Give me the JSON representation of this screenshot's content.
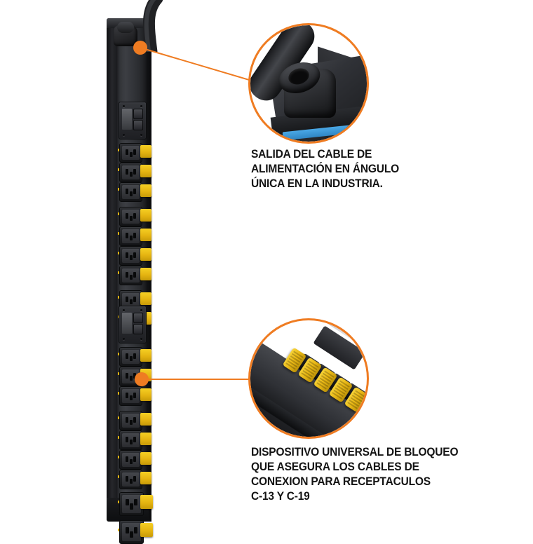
{
  "page": {
    "background": "#ffffff",
    "accent_orange": "#ef7c22",
    "clip_yellow": "#e8b715",
    "text_color": "#141414"
  },
  "product": {
    "name": "rack-pdu-vertical",
    "cord_label": "power-cord",
    "receptacle_groups": [
      {
        "type": "C13",
        "count": 3
      },
      {
        "type": "C13",
        "count": 4
      },
      {
        "type": "C13",
        "count": 2
      },
      {
        "type": "C19",
        "count": 2
      }
    ]
  },
  "callouts": [
    {
      "id": "power-cord-exit",
      "caption": "SALIDA DEL CABLE DE\nALIMENTACIÓN EN ÁNGULO\nÚNICA EN LA INDUSTRIA.",
      "zoom_subject": "angled-power-cord-strain-relief"
    },
    {
      "id": "cord-locking-device",
      "caption": "DISPOSITIVO UNIVERSAL DE BLOQUEO\nQUE ASEGURA LOS CABLES DE\nCONEXION PARA RECEPTACULOS\nC-13 Y C-19",
      "zoom_subject": "yellow-locking-clips-on-receptacles"
    }
  ]
}
